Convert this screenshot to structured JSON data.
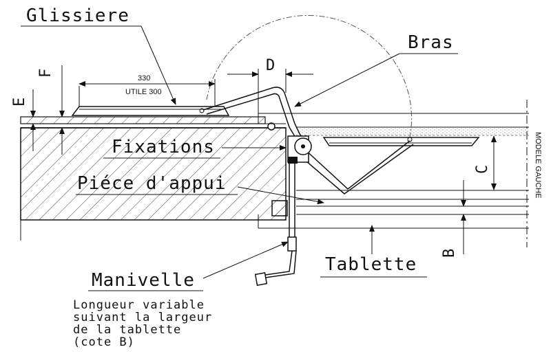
{
  "labels": {
    "glissiere": "Glissiere",
    "bras": "Bras",
    "fixations": "Fixations",
    "piece_appui": "Piéce d'appui",
    "manivelle": "Manivelle",
    "tablette": "Tablette",
    "modele": "MODELE GAUCHE"
  },
  "dimensions": {
    "length": "330",
    "utile": "UTILE 300",
    "D": "D",
    "E": "E",
    "F": "F",
    "C": "C",
    "B": "B"
  },
  "note": {
    "line1": "Longueur variable",
    "line2": "suivant la largeur",
    "line3": "de la tablette",
    "line4": "(cote B)"
  }
}
